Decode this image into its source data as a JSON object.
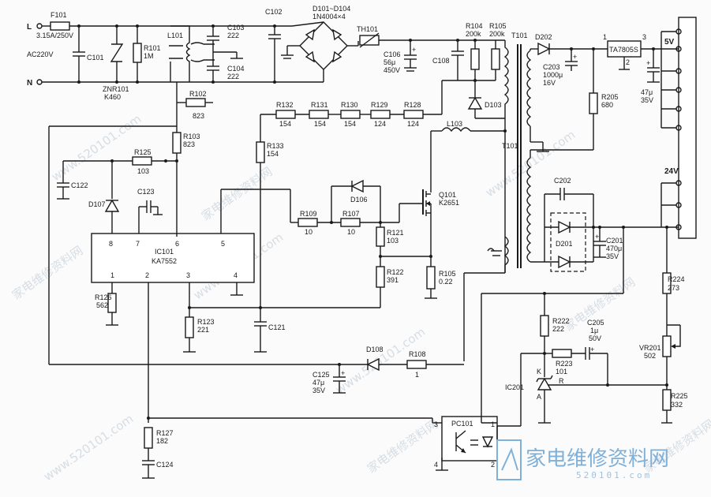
{
  "terminals": {
    "L": "L",
    "N": "N",
    "ac": "AC220V"
  },
  "fuse": {
    "ref": "F101",
    "value": "3.15A/250V"
  },
  "c101": "C101",
  "znr": {
    "ref": "ZNR101",
    "value": "K460"
  },
  "r101": {
    "ref": "R101",
    "value": "1M"
  },
  "l101": "L101",
  "c103": {
    "ref": "C103",
    "value": "222"
  },
  "c104": {
    "ref": "C104",
    "value": "222"
  },
  "c102": "C102",
  "bridge": {
    "ref": "D101~D104",
    "value": "1N4004×4"
  },
  "th101": "TH101",
  "c106": {
    "ref": "C106",
    "value": "56μ",
    "voltage": "450V"
  },
  "r104": {
    "ref": "R104",
    "value": "200k"
  },
  "r105": {
    "ref": "R105",
    "value": "200k"
  },
  "c108": "C108",
  "d103": "D103",
  "t101": "T101",
  "t101b": "T101",
  "d202": "D202",
  "c203": {
    "ref": "C203",
    "value": "1000μ",
    "voltage": "16V"
  },
  "reg": {
    "ref": "TA7805S",
    "p1": "1",
    "p2": "2",
    "p3": "3"
  },
  "c_out": {
    "value": "47μ",
    "voltage": "35V"
  },
  "r205": {
    "ref": "R205",
    "value": "680"
  },
  "out5v": "5V",
  "out24v": "24V",
  "r102": {
    "ref": "R102",
    "value": "823"
  },
  "r103": {
    "ref": "R103",
    "value": "823"
  },
  "rchain": [
    {
      "ref": "R132",
      "value": "154"
    },
    {
      "ref": "R131",
      "value": "154"
    },
    {
      "ref": "R130",
      "value": "154"
    },
    {
      "ref": "R129",
      "value": "124"
    },
    {
      "ref": "R128",
      "value": "124"
    }
  ],
  "r133": {
    "ref": "R133",
    "value": "154"
  },
  "l103": "L103",
  "r125": {
    "ref": "R125",
    "value": "103"
  },
  "c122": "C122",
  "d107": "D107",
  "c123": "C123",
  "ic101": {
    "ref": "IC101",
    "part": "KA7552",
    "pins": [
      "8",
      "7",
      "6",
      "5",
      "1",
      "2",
      "3",
      "4"
    ]
  },
  "r109": {
    "ref": "R109",
    "value": "10"
  },
  "r107": {
    "ref": "R107",
    "value": "10"
  },
  "d106": "D106",
  "q101": {
    "ref": "Q101",
    "part": "K2651"
  },
  "r121": {
    "ref": "R121",
    "value": "103"
  },
  "r122": {
    "ref": "R122",
    "value": "391"
  },
  "r105b": {
    "ref": "R105",
    "value": "0.22"
  },
  "c202": "C202",
  "d201": "D201",
  "c201": {
    "ref": "C201",
    "value": "470μ",
    "voltage": "35V"
  },
  "r126": {
    "ref": "R126",
    "value": "562"
  },
  "r123": {
    "ref": "R123",
    "value": "221"
  },
  "c121": "C121",
  "d108": "D108",
  "r108": {
    "ref": "R108",
    "value": "1"
  },
  "c125": {
    "ref": "C125",
    "value": "47μ",
    "voltage": "35V"
  },
  "r224": {
    "ref": "R224",
    "value": "273"
  },
  "r222": {
    "ref": "R222",
    "value": "222"
  },
  "c205": {
    "ref": "C205",
    "value": "1μ",
    "voltage": "50V"
  },
  "r223": {
    "ref": "R223",
    "value": "101"
  },
  "vr201": {
    "ref": "VR201",
    "value": "502"
  },
  "ic201": {
    "ref": "IC201",
    "k": "K",
    "r": "R",
    "a": "A"
  },
  "r225": {
    "ref": "R225",
    "value": "332"
  },
  "pc101": {
    "ref": "PC101",
    "p1": "1",
    "p2": "2",
    "p3": "3",
    "p4": "4"
  },
  "r127": {
    "ref": "R127",
    "value": "182"
  },
  "c124": "C124",
  "watermark": {
    "site": "家电维修资料网",
    "domain": "www.520101.com",
    "logo": "家电维修资料网",
    "url": "520101.com"
  }
}
